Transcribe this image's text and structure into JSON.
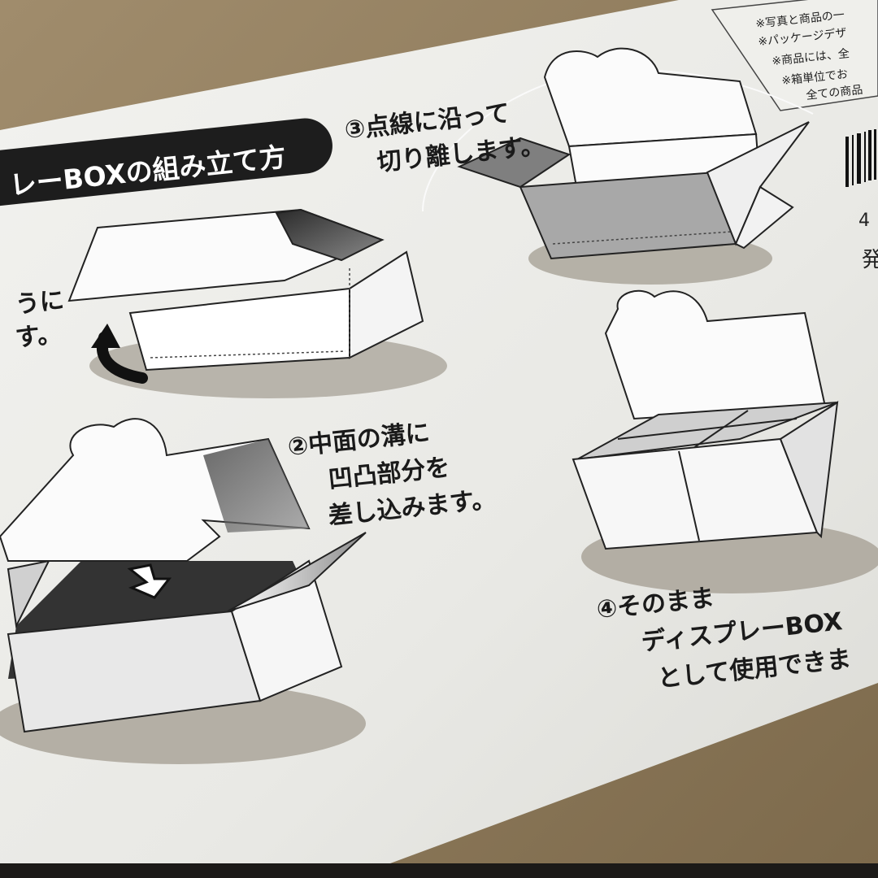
{
  "header": {
    "title": "レーBOXの組み立て方"
  },
  "steps": {
    "step1_fragment": [
      "うに",
      "す。"
    ],
    "step2": [
      "②中面の溝に",
      "凹凸部分を",
      "差し込みます。"
    ],
    "step3": [
      "③点線に沿って",
      "切り離します。"
    ],
    "step4": [
      "④そのまま",
      "ディスプレーBOX",
      "として使用できま"
    ]
  },
  "notes": [
    "※写真と商品の一",
    "※パッケージデザ",
    "※商品には、全",
    "※箱単位でお",
    "全ての商品"
  ],
  "barcode_fragment": [
    "4",
    "発"
  ]
}
